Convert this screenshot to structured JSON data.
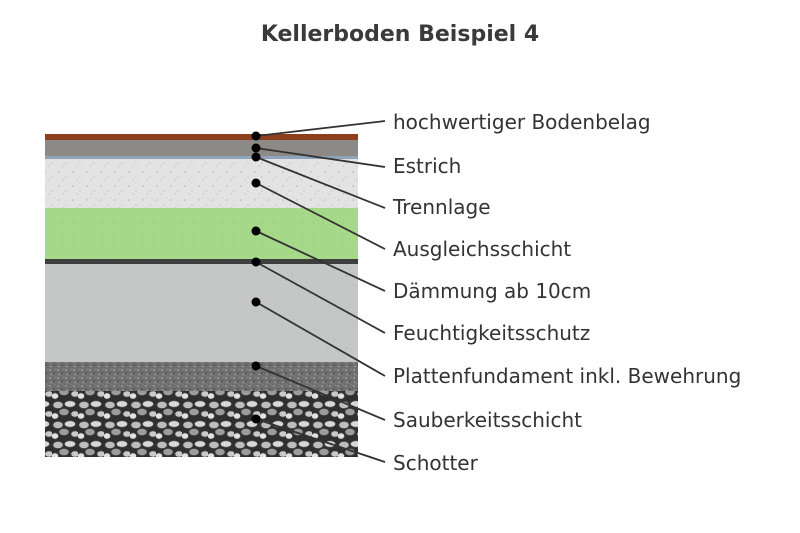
{
  "title": "Kellerboden Beispiel 4",
  "layers": [
    {
      "label": "hochwertiger Bodenbelag"
    },
    {
      "label": "Estrich"
    },
    {
      "label": "Trennlage"
    },
    {
      "label": "Ausgleichsschicht"
    },
    {
      "label": "Dämmung ab 10cm"
    },
    {
      "label": "Feuchtigkeitsschutz"
    },
    {
      "label": "Plattenfundament inkl. Bewehrung"
    },
    {
      "label": "Sauberkeitsschicht"
    },
    {
      "label": "Schotter"
    }
  ]
}
